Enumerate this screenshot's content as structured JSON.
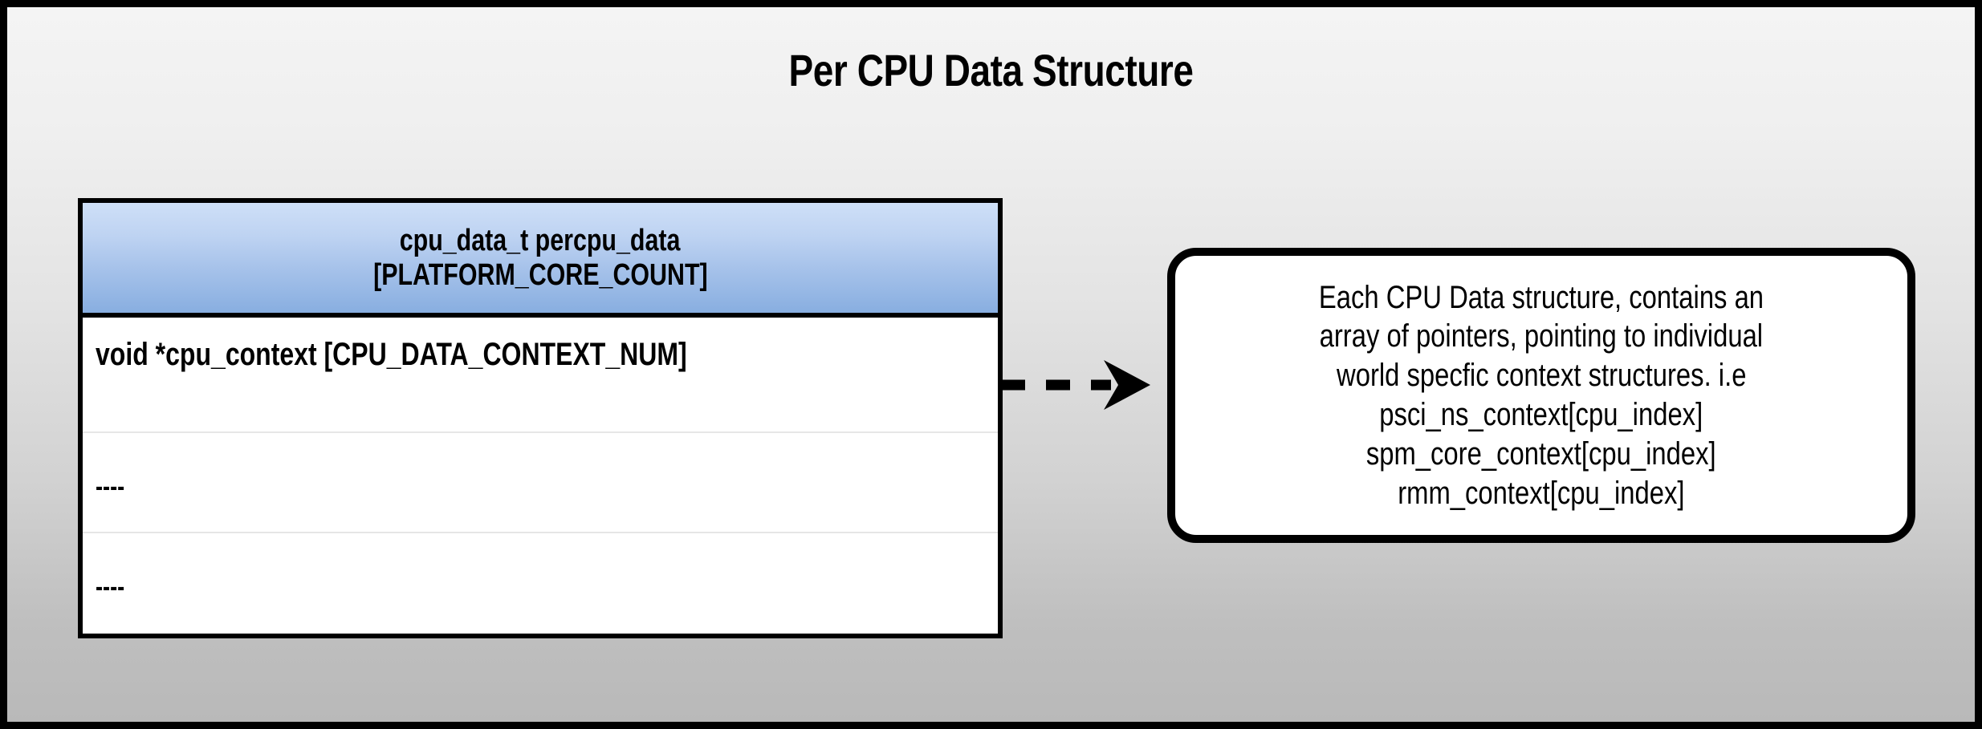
{
  "diagram": {
    "title": "Per CPU Data Structure",
    "background": {
      "top_color": "#f4f4f4",
      "bottom_color": "#b9b9b9",
      "frame_color": "#000000"
    }
  },
  "struct_table": {
    "header": {
      "line1": "cpu_data_t percpu_data",
      "line2": "[PLATFORM_CORE_COUNT]",
      "gradient_top": "#cedff7",
      "gradient_bottom": "#88aee0"
    },
    "rows": [
      {
        "text": "void *cpu_context [CPU_DATA_CONTEXT_NUM]"
      },
      {
        "text": "----"
      },
      {
        "text": "----"
      }
    ]
  },
  "connector": {
    "style": "dashed",
    "arrowhead": "filled-triangle",
    "color": "#000000",
    "from": "struct-table",
    "to": "callout-note"
  },
  "callout": {
    "lines": [
      "Each CPU Data structure, contains an",
      "array of pointers, pointing to individual",
      "world specfic context structures. i.e",
      "psci_ns_context[cpu_index]",
      "spm_core_context[cpu_index]",
      "rmm_context[cpu_index]"
    ]
  }
}
